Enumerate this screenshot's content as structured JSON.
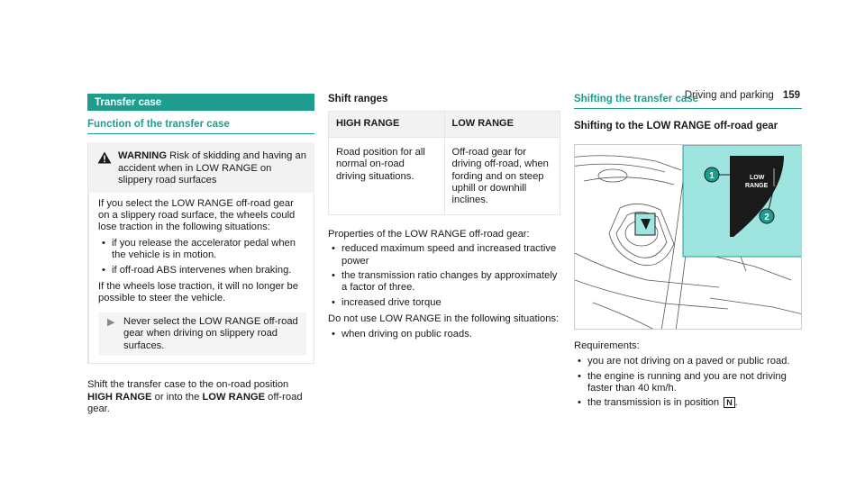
{
  "header": {
    "section": "Driving and parking",
    "page": "159"
  },
  "col1": {
    "bar_title": "Transfer case",
    "subheading": "Function of the transfer case",
    "warning": {
      "label": "WARNING",
      "text": " Risk of skidding and having an accident when in LOW RANGE on slippery road surfaces",
      "body1": "If you select the LOW RANGE off-road gear on a slippery road surface, the wheels could lose traction in the following situations:",
      "bullets": [
        "if you release the accelerator pedal when the vehicle is in motion.",
        "if off-road ABS intervenes when braking."
      ],
      "body2": "If the wheels lose traction, it will no longer be possible to steer the vehicle.",
      "note_arrow": "▶",
      "note": "Never select the LOW RANGE off-road gear when driving on slippery road surfaces."
    },
    "para_a": "Shift the transfer case to the on-road position ",
    "para_high": "HIGH RANGE",
    "para_b": " or into the ",
    "para_low": "LOW RANGE",
    "para_c": " off-road gear."
  },
  "col2": {
    "heading": "Shift ranges",
    "table": {
      "headers": [
        "HIGH RANGE",
        "LOW RANGE"
      ],
      "row": [
        "Road position for all normal on-road driving situations.",
        "Off-road gear for driving off-road, when fording and on steep uphill or downhill inclines."
      ]
    },
    "props_intro": "Properties of the LOW RANGE off-road gear:",
    "props": [
      "reduced maximum speed and increased tractive power",
      "the transmission ratio changes by approximately a factor of three.",
      "increased drive torque"
    ],
    "donot_intro": "Do not use LOW RANGE in the following situations:",
    "donot": [
      "when driving on public roads."
    ]
  },
  "col3": {
    "subheading": "Shifting the transfer case",
    "title": "Shifting to the LOW RANGE off-road gear",
    "figure": {
      "label_line1": "LOW",
      "label_line2": "RANGE",
      "callout1": "1",
      "callout2": "2"
    },
    "req_intro": "Requirements:",
    "reqs": [
      "you are not driving on a paved or public road.",
      "the engine is running and you are not driving faster than 40 km/h.",
      "the transmission is in position "
    ],
    "gear_symbol": "N",
    "req_end": "."
  },
  "colors": {
    "accent": "#1e9d8f",
    "inset_bg": "#9ee5e0"
  }
}
